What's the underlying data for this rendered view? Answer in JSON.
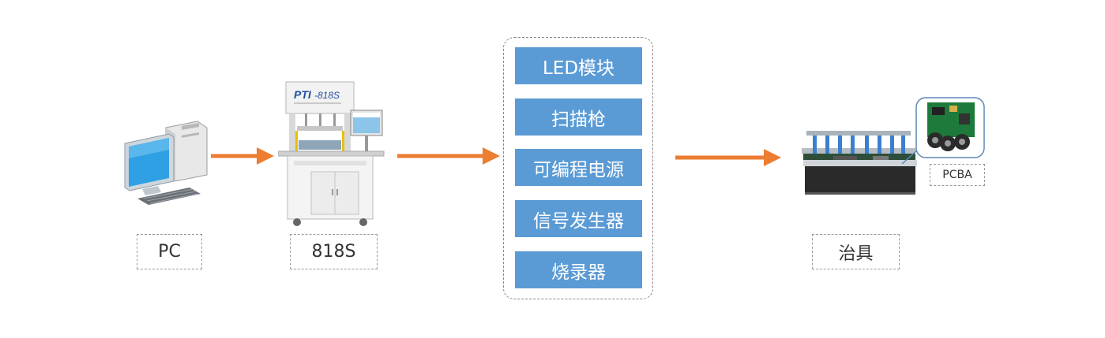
{
  "nodes": {
    "pc": {
      "label": "PC"
    },
    "tester": {
      "label": "818S",
      "brand_text": "PTI",
      "model_text": "-818S"
    },
    "fixture": {
      "label": "治具",
      "pcba_label": "PCBA"
    }
  },
  "modules": [
    "LED模块",
    "扫描枪",
    "可编程电源",
    "信号发生器",
    "烧录器"
  ],
  "colors": {
    "arrow": "#ed7d31",
    "module_fill": "#5b9bd5",
    "module_text": "#ffffff",
    "dashed_border": "#9a9a9a"
  },
  "icons": [
    "desktop-pc-icon",
    "test-machine-icon",
    "test-fixture-icon",
    "pcba-board-icon"
  ]
}
